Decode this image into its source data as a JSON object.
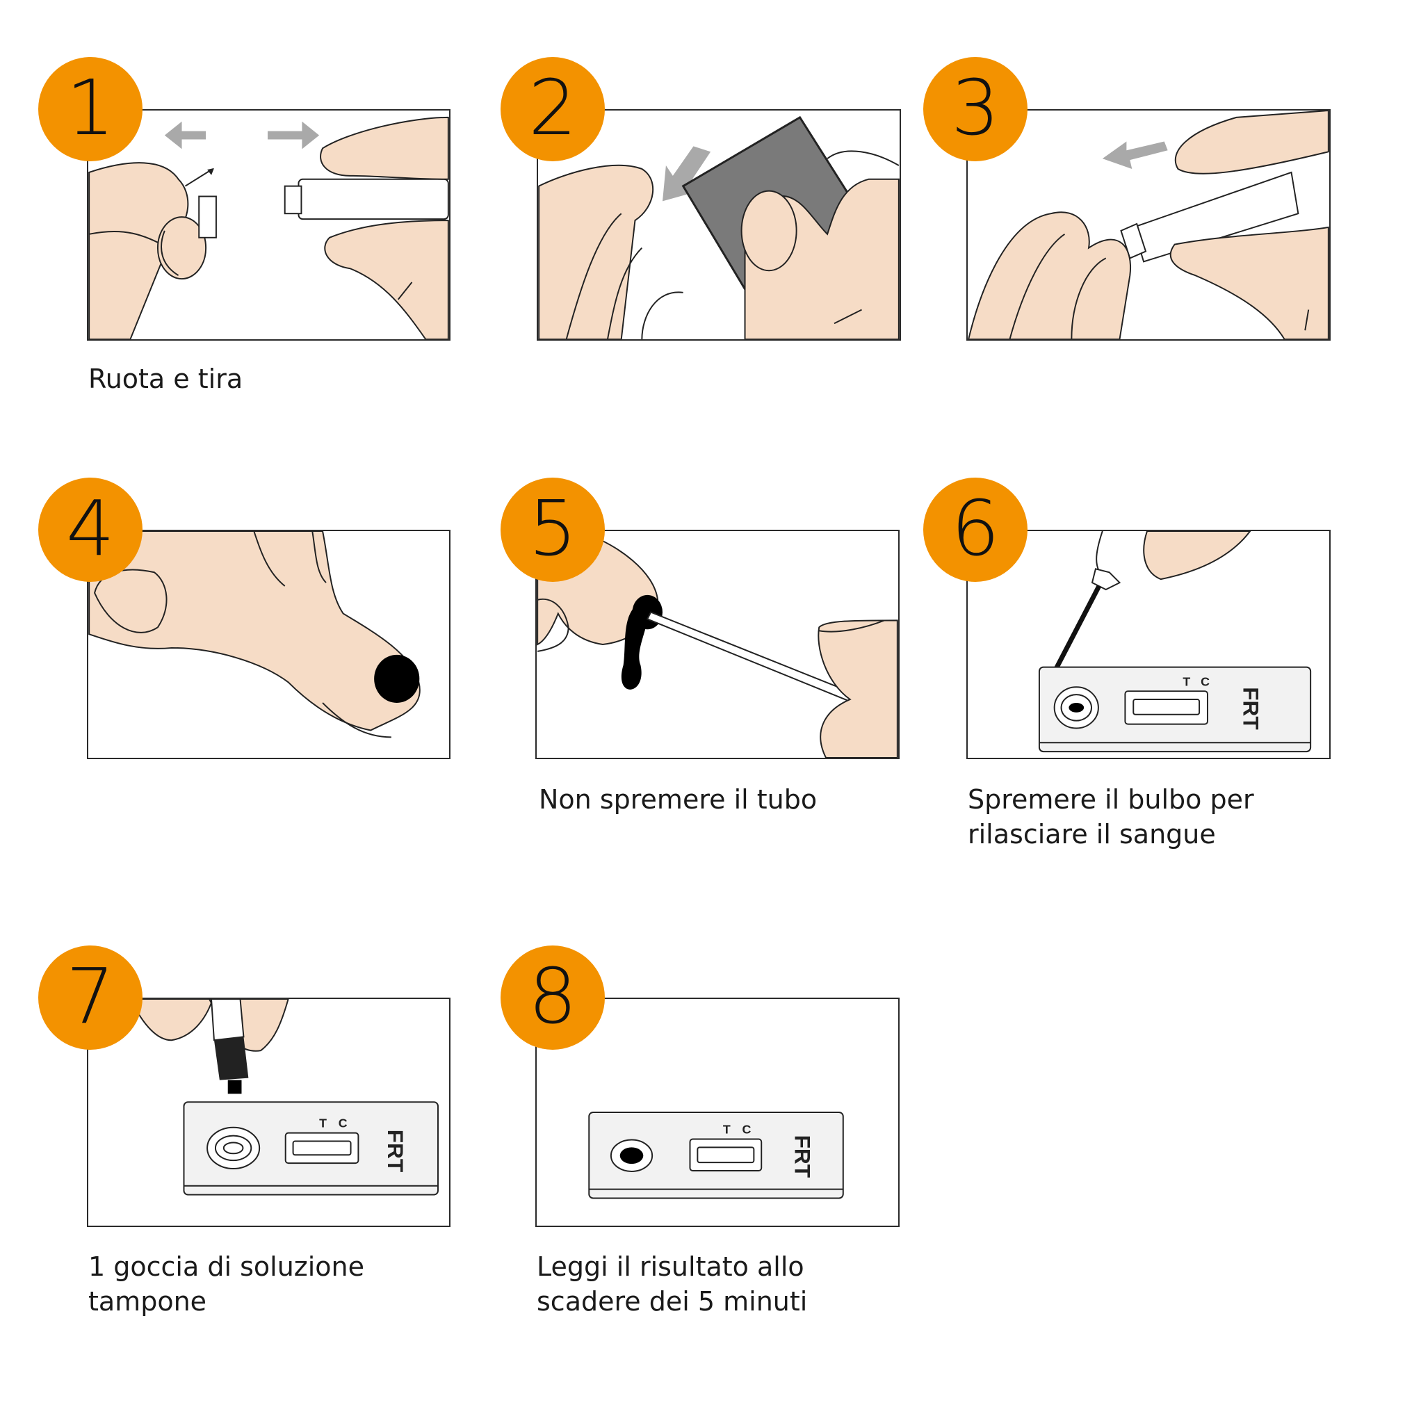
{
  "colors": {
    "badge": "#f39200",
    "skin": "#f6dcc6",
    "outline": "#222222",
    "arrow": "#a9a9a9",
    "wipe": "#7a7a7a",
    "blood": "#000000"
  },
  "steps": [
    {
      "number": "1",
      "caption": "Ruota e tira",
      "icon": "lancet-twist-pull-icon"
    },
    {
      "number": "2",
      "caption": "",
      "icon": "alcohol-wipe-finger-icon"
    },
    {
      "number": "3",
      "caption": "",
      "icon": "lancet-press-finger-icon"
    },
    {
      "number": "4",
      "caption": "",
      "icon": "blood-drop-finger-icon"
    },
    {
      "number": "5",
      "caption": "Non spremere il tubo",
      "icon": "capillary-tube-collect-icon"
    },
    {
      "number": "6",
      "caption": "Spremere il bulbo per rilasciare il sangue",
      "icon": "dropper-to-sample-well-icon"
    },
    {
      "number": "7",
      "caption": "1 goccia di soluzione tampone",
      "icon": "buffer-bottle-drop-icon"
    },
    {
      "number": "8",
      "caption": "Leggi il risultato allo scadere dei 5 minuti",
      "icon": "test-cassette-result-icon"
    }
  ],
  "cassette": {
    "brand": "FRT",
    "label_t": "T",
    "label_c": "C"
  }
}
